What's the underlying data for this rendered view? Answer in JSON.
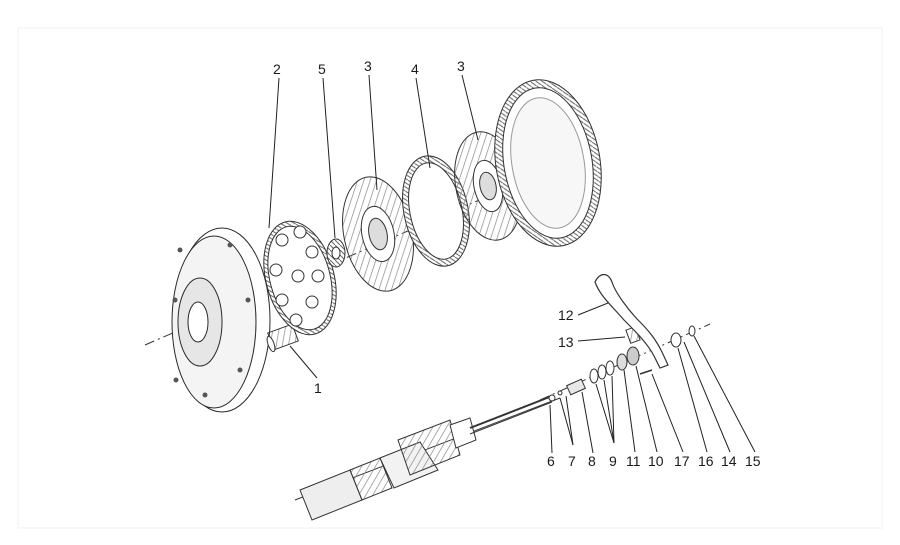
{
  "diagram": {
    "labels": {
      "l1": "1",
      "l2": "2",
      "l3a": "3",
      "l3b": "3",
      "l4": "4",
      "l5": "5",
      "l6": "6",
      "l7": "7",
      "l8": "8",
      "l9": "9",
      "l10": "10",
      "l11": "11",
      "l12": "12",
      "l13": "13",
      "l14": "14",
      "l15": "15",
      "l16": "16",
      "l17": "17"
    }
  }
}
